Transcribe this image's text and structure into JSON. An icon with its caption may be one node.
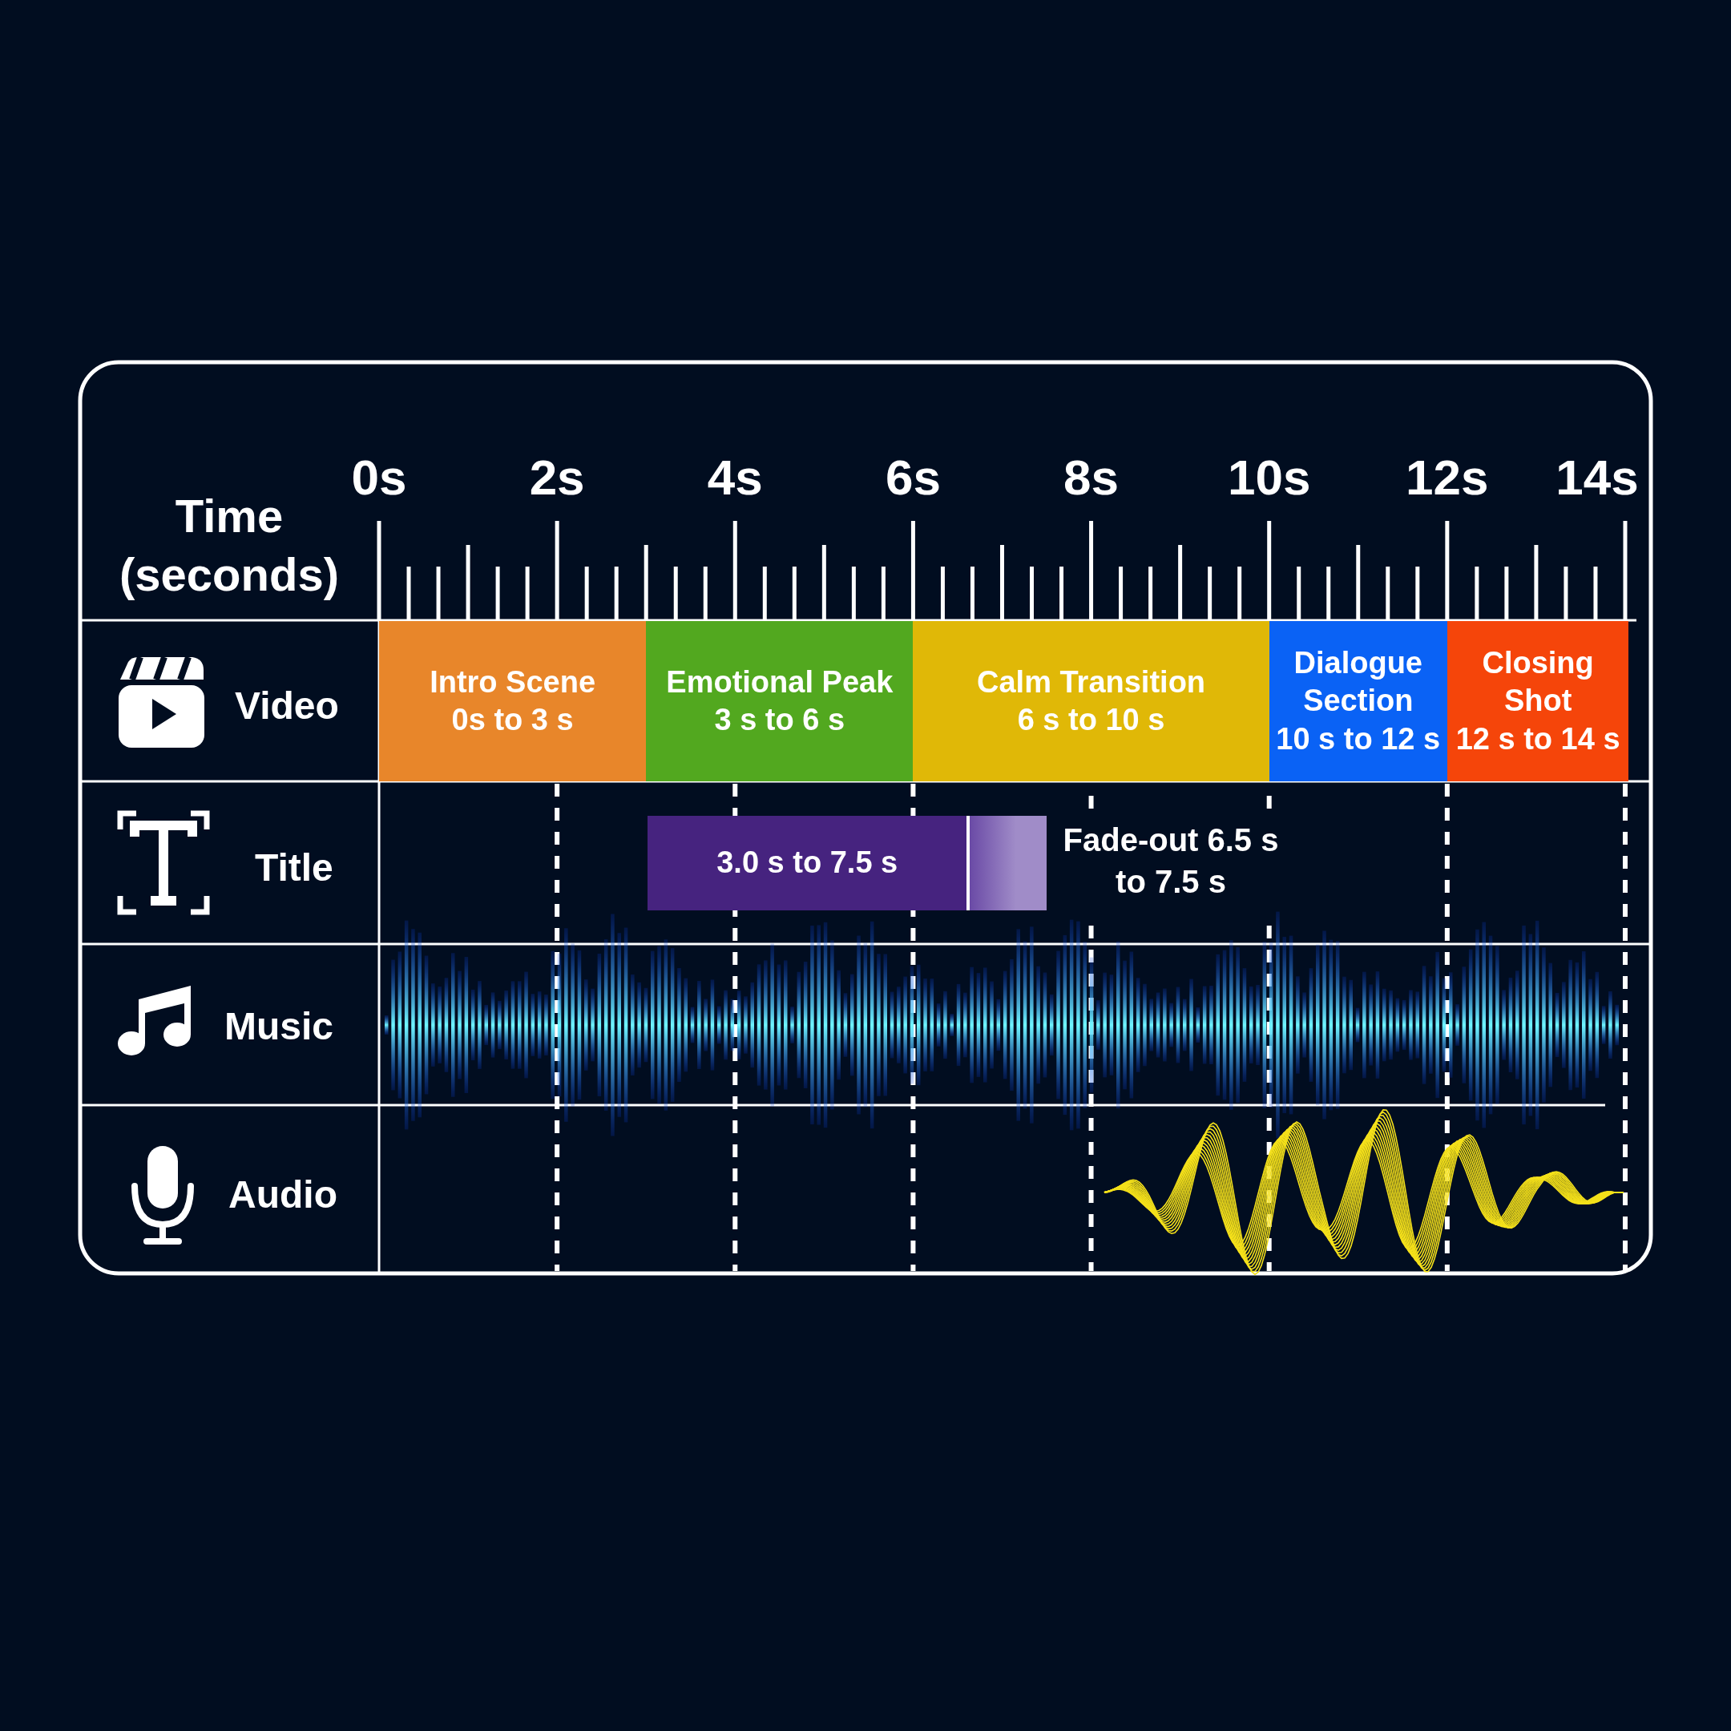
{
  "diagram": {
    "nodes": [
      {
        "text": [
          "Intro Scene",
          "0s to 3 s"
        ]
      },
      {
        "text": [
          "Emotional Peak",
          "3 s to 6 s"
        ]
      },
      {
        "text": [
          "Calm Transition",
          "6 s to 10 s"
        ]
      },
      {
        "text": [
          "Dialogue Section",
          "10 s to 12 s"
        ]
      },
      {
        "text": [
          "Closing Shot",
          "12 s to 14 s"
        ]
      },
      {
        "text": [
          "3.0 s to 7.5 s"
        ]
      },
      {
        "text": [],
        "shape": "bar",
        "beside": [
          "Fade-out 6.5 s to 7.5 s"
        ]
      }
    ],
    "labels": [
      "Time (seconds)",
      "0s",
      "2s",
      "4s",
      "6s",
      "8s",
      "10s",
      "12s",
      "14s",
      "Video",
      "Title",
      "Music",
      "Audio"
    ]
  }
}
